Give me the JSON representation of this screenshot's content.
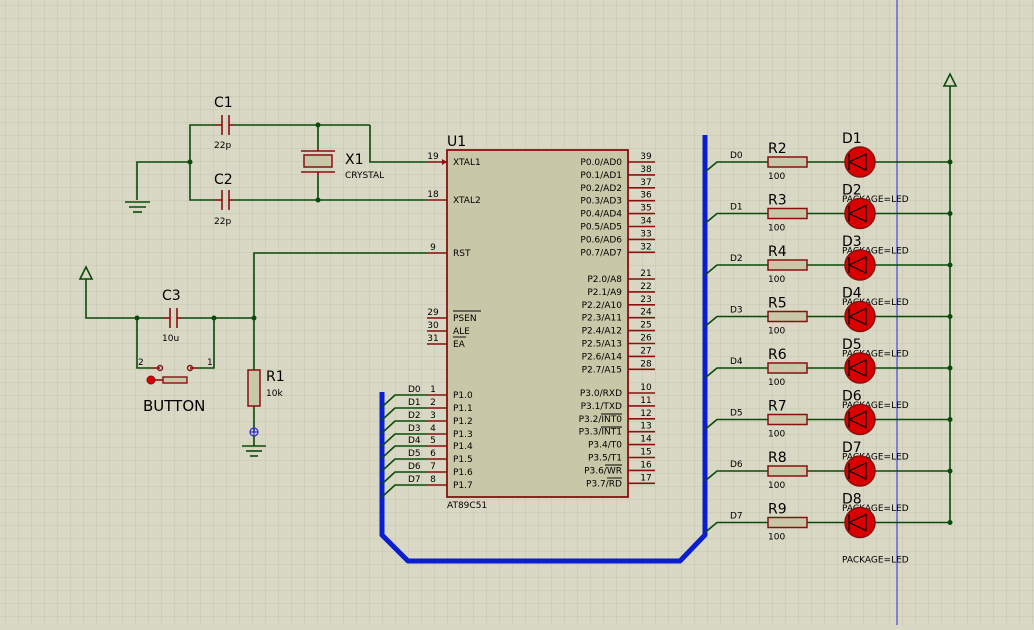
{
  "mcu": {
    "ref": "U1",
    "part": "AT89C51",
    "left_pins": [
      {
        "num": "19",
        "name": "XTAL1"
      },
      {
        "num": "18",
        "name": "XTAL2"
      },
      {
        "num": "9",
        "name": "RST"
      },
      {
        "num": "29",
        "name": "PSEN"
      },
      {
        "num": "30",
        "name": "ALE"
      },
      {
        "num": "31",
        "name": "EA"
      },
      {
        "num": "1",
        "name": "P1.0"
      },
      {
        "num": "2",
        "name": "P1.1"
      },
      {
        "num": "3",
        "name": "P1.2"
      },
      {
        "num": "4",
        "name": "P1.3"
      },
      {
        "num": "5",
        "name": "P1.4"
      },
      {
        "num": "6",
        "name": "P1.5"
      },
      {
        "num": "7",
        "name": "P1.6"
      },
      {
        "num": "8",
        "name": "P1.7"
      }
    ],
    "right_pins": [
      {
        "num": "39",
        "name": "P0.0/AD0"
      },
      {
        "num": "38",
        "name": "P0.1/AD1"
      },
      {
        "num": "37",
        "name": "P0.2/AD2"
      },
      {
        "num": "36",
        "name": "P0.3/AD3"
      },
      {
        "num": "35",
        "name": "P0.4/AD4"
      },
      {
        "num": "34",
        "name": "P0.5/AD5"
      },
      {
        "num": "33",
        "name": "P0.6/AD6"
      },
      {
        "num": "32",
        "name": "P0.7/AD7"
      },
      {
        "num": "21",
        "name": "P2.0/A8"
      },
      {
        "num": "22",
        "name": "P2.1/A9"
      },
      {
        "num": "23",
        "name": "P2.2/A10"
      },
      {
        "num": "24",
        "name": "P2.3/A11"
      },
      {
        "num": "25",
        "name": "P2.4/A12"
      },
      {
        "num": "26",
        "name": "P2.5/A13"
      },
      {
        "num": "27",
        "name": "P2.6/A14"
      },
      {
        "num": "28",
        "name": "P2.7/A15"
      },
      {
        "num": "10",
        "name": "P3.0/RXD"
      },
      {
        "num": "11",
        "name": "P3.1/TXD"
      },
      {
        "num": "12",
        "name": "P3.2/INT0"
      },
      {
        "num": "13",
        "name": "P3.3/INT1"
      },
      {
        "num": "14",
        "name": "P3.4/T0"
      },
      {
        "num": "15",
        "name": "P3.5/T1"
      },
      {
        "num": "16",
        "name": "P3.6/WR"
      },
      {
        "num": "17",
        "name": "P3.7/RD"
      }
    ]
  },
  "p1_nets": [
    "D0",
    "D1",
    "D2",
    "D3",
    "D4",
    "D5",
    "D6",
    "D7"
  ],
  "crystal": {
    "ref": "X1",
    "value": "CRYSTAL"
  },
  "caps": [
    {
      "ref": "C1",
      "value": "22p"
    },
    {
      "ref": "C2",
      "value": "22p"
    },
    {
      "ref": "C3",
      "value": "10u"
    }
  ],
  "reset_resistor": {
    "ref": "R1",
    "value": "10k"
  },
  "button": {
    "label": "BUTTON",
    "pin_a": "2",
    "pin_b": "1"
  },
  "led_rows": [
    {
      "net": "D0",
      "res": "R2",
      "res_val": "100",
      "led": "D1",
      "led_pkg": "PACKAGE=LED"
    },
    {
      "net": "D1",
      "res": "R3",
      "res_val": "100",
      "led": "D2",
      "led_pkg": "PACKAGE=LED"
    },
    {
      "net": "D2",
      "res": "R4",
      "res_val": "100",
      "led": "D3",
      "led_pkg": "PACKAGE=LED"
    },
    {
      "net": "D3",
      "res": "R5",
      "res_val": "100",
      "led": "D4",
      "led_pkg": "PACKAGE=LED"
    },
    {
      "net": "D4",
      "res": "R6",
      "res_val": "100",
      "led": "D5",
      "led_pkg": "PACKAGE=LED"
    },
    {
      "net": "D5",
      "res": "R7",
      "res_val": "100",
      "led": "D6",
      "led_pkg": "PACKAGE=LED"
    },
    {
      "net": "D6",
      "res": "R8",
      "res_val": "100",
      "led": "D7",
      "led_pkg": "PACKAGE=LED"
    },
    {
      "net": "D7",
      "res": "R9",
      "res_val": "100",
      "led": "D8",
      "led_pkg": "PACKAGE=LED"
    }
  ],
  "colors": {
    "background": "#d8d8c4",
    "grid": "#c3c3ae",
    "wire": "#0a4a0a",
    "component": "#8a0f0f",
    "body_fill": "#c8c8a8",
    "bus": "#0a1ed0",
    "led_fill": "#d80000",
    "sheet_edge": "#2a2ad8"
  }
}
